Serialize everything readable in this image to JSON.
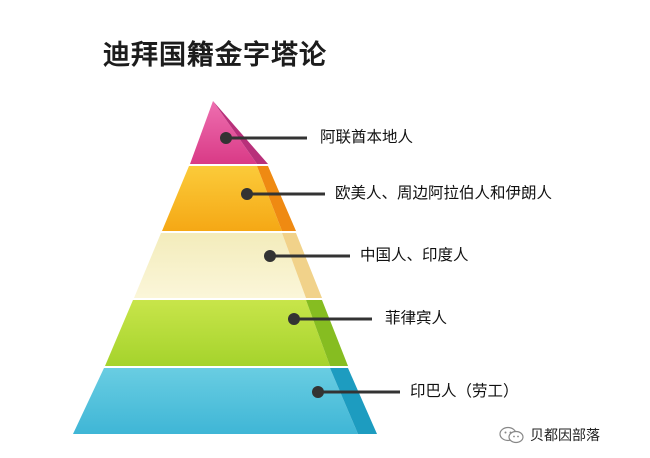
{
  "title": "迪拜国籍金字塔论",
  "tiers": [
    {
      "label": "阿联酋本地人",
      "color": "#e8509a"
    },
    {
      "label": "欧美人、周边阿拉伯人和伊朗人",
      "color": "#f7b21e"
    },
    {
      "label": "中国人、印度人",
      "color": "#f6eeb4"
    },
    {
      "label": "菲律宾人",
      "color": "#b8dc3c"
    },
    {
      "label": "印巴人（劳工）",
      "color": "#4fc3dd"
    }
  ],
  "watermark": {
    "text": "贝都因部落",
    "icon": "wechat-icon"
  }
}
